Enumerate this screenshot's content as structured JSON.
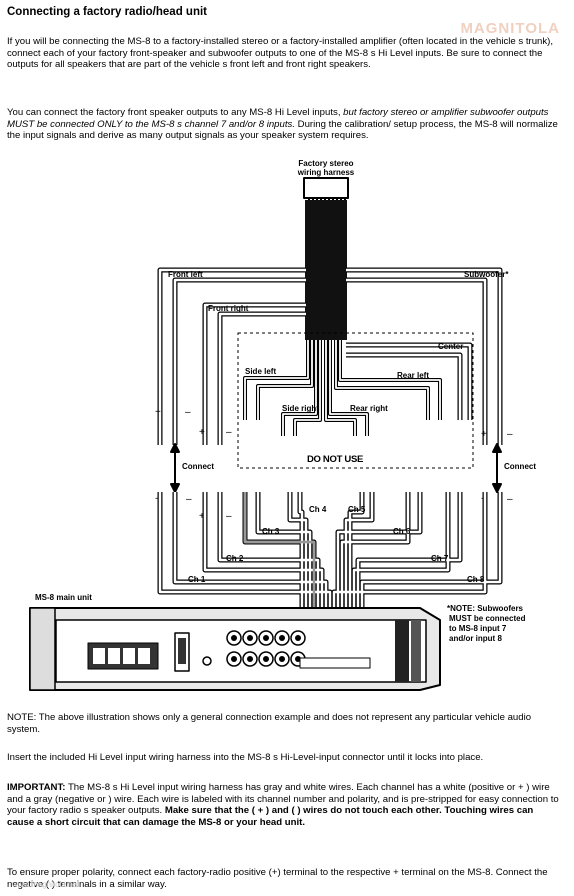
{
  "title": "Connecting a factory radio/head unit",
  "watermark_logo": "MAGNITOLA",
  "paragraphs": {
    "p1": "If you will be connecting the MS-8 to a factory-installed stereo or a factory-installed amplifier (often located in the vehicle s trunk), connect each of your factory front-speaker and subwoofer outputs to one of the MS-8 s Hi Level inputs. Be sure to connect the outputs for all speakers that are part of the vehicle s front left and front right speakers.",
    "p2a": "You can connect the factory front speaker outputs to any MS-8 Hi Level inputs, ",
    "p2b": "but factory stereo or amplifier subwoofer outputs MUST be connected ONLY to the MS-8 s channel 7 and/or 8 inputs.",
    "p2c": " During the calibration/ setup process, the MS-8 will  normalize  the input signals and derive as many output signals as your speaker system requires.",
    "note": "NOTE: The above illustration shows only a general connection example and does not represent any particular vehicle audio system.",
    "insert": "Insert the included Hi Level input wiring harness into the MS-8 s Hi-Level-input connector until it locks into place.",
    "imp_label": "IMPORTANT:",
    "imp_text": " The MS-8 s Hi Level input wiring harness has gray and white wires. Each channel has a white (positive or  + ) wire and a gray (negative or     ) wire. Each wire is labeled with its channel number and polarity, and is pre-stripped for easy connection to your factory radio s speaker outputs. ",
    "imp_bold": "Make sure that the ( + ) and (   ) wires do not touch each other. Touching wires can cause a short circuit that can damage the MS-8 or your head unit.",
    "polarity": "To ensure proper polarity, connect each factory-radio positive (+) terminal to the respective + terminal on the MS-8. Connect the negative (  ) terminals in a similar way."
  },
  "diagram": {
    "harness_label_1": "Factory stereo",
    "harness_label_2": "wiring harness",
    "front_left": "Front left",
    "front_right": "Front right",
    "subwoofer": "Subwoofer*",
    "center": "Center",
    "side_left": "Side left",
    "rear_left": "Rear left",
    "side_right": "Side right",
    "rear_right": "Rear right",
    "do_not_use": "DO NOT USE",
    "connect_left": "Connect",
    "connect_right": "Connect",
    "ch1": "Ch 1",
    "ch2": "Ch 2",
    "ch3": "Ch 3",
    "ch4": "Ch 4",
    "ch5": "Ch 5",
    "ch6": "Ch 6",
    "ch7": "Ch 7",
    "ch8": "Ch 8",
    "plus": "+",
    "minus": "–",
    "main_unit": "MS-8 main unit",
    "sub_note_1": "*NOTE: Subwoofers",
    "sub_note_2": "MUST be connected",
    "sub_note_3": "to MS-8 input 7",
    "sub_note_4": "and/or input 8"
  },
  "footer_watermark": "www.magnitola.net"
}
